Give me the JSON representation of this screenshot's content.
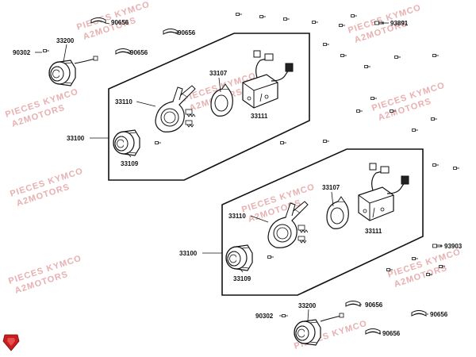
{
  "labels": {
    "l90656a": "90656",
    "l90656b": "90656",
    "l90656c": "90656",
    "l33200_top": "33200",
    "l90302_top": "90302",
    "l93891": "93891",
    "l33107_top": "33107",
    "l33110_top": "33110",
    "l33111_top": "33111",
    "l33100_top": "33100",
    "l33109_top": "33109",
    "l33107_bot": "33107",
    "l33110_bot": "33110",
    "l33111_bot": "33111",
    "l33100_bot": "33100",
    "l33109_bot": "33109",
    "l93903": "93903",
    "l33200_bot": "33200",
    "l90302_bot": "90302",
    "l90656d": "90656",
    "l90656e": "90656",
    "l90656f": "90656"
  },
  "watermark": {
    "line1": "PIECES KYMCO",
    "line2": "A2MOTORS"
  },
  "colors": {
    "line": "#111111",
    "watermark": "#e8b0b0",
    "logo": "#c81e1e"
  }
}
